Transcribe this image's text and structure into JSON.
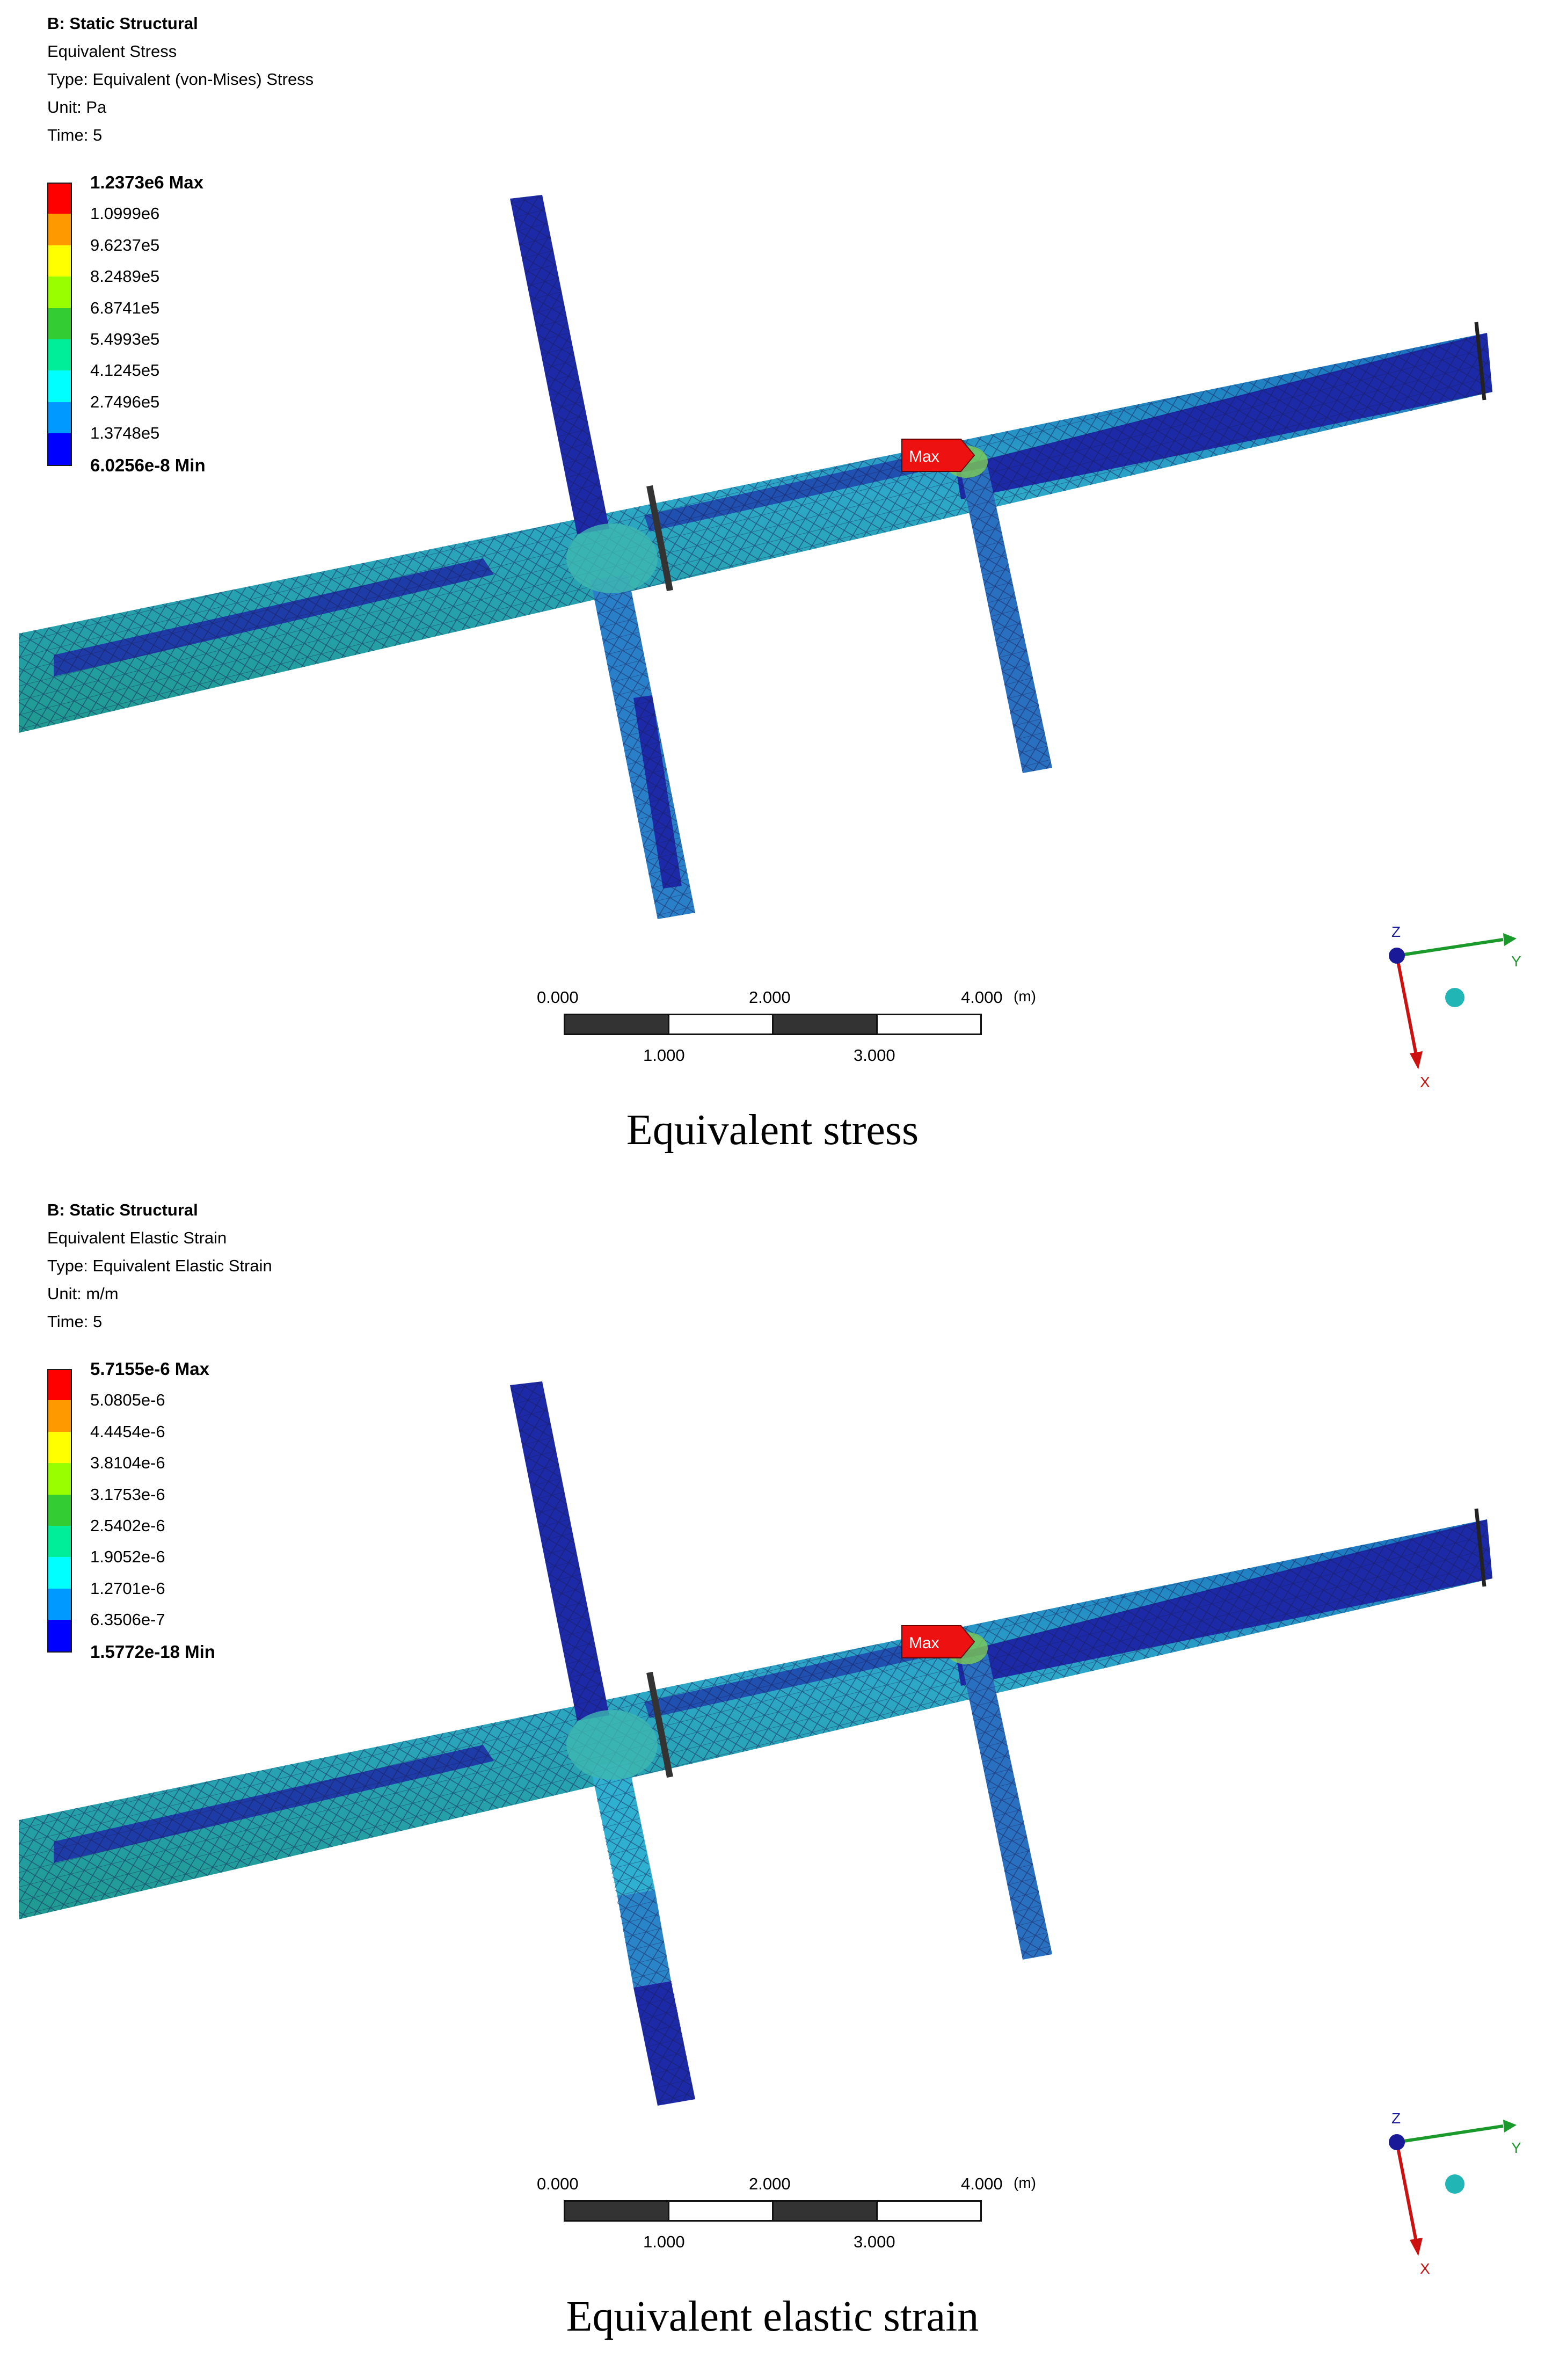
{
  "panels": [
    {
      "info": {
        "title": "B: Static Structural",
        "result_name": "Equivalent Stress",
        "type": "Type: Equivalent (von-Mises) Stress",
        "unit": "Unit: Pa",
        "time": "Time: 5"
      },
      "legend": {
        "max": "1.2373e6 Max",
        "levels": [
          "1.0999e6",
          "9.6237e5",
          "8.2489e5",
          "6.8741e5",
          "5.4993e5",
          "4.1245e5",
          "2.7496e5",
          "1.3748e5"
        ],
        "min": "6.0256e-8 Min"
      },
      "probe_label": "Max",
      "caption": "Equivalent stress"
    },
    {
      "info": {
        "title": "B: Static Structural",
        "result_name": "Equivalent Elastic Strain",
        "type": "Type: Equivalent Elastic Strain",
        "unit": "Unit: m/m",
        "time": "Time: 5"
      },
      "legend": {
        "max": "5.7155e-6 Max",
        "levels": [
          "5.0805e-6",
          "4.4454e-6",
          "3.8104e-6",
          "3.1753e-6",
          "2.5402e-6",
          "1.9052e-6",
          "1.2701e-6",
          "6.3506e-7"
        ],
        "min": "1.5772e-18 Min"
      },
      "probe_label": "Max",
      "caption": "Equivalent elastic strain"
    }
  ],
  "scale_bar": {
    "top_labels": [
      "0.000",
      "2.000",
      "4.000"
    ],
    "unit": "(m)",
    "bottom_labels": [
      "1.000",
      "3.000"
    ]
  },
  "triad": {
    "z": "Z",
    "y": "Y",
    "x": "X"
  },
  "legend_colors": [
    "#ff0000",
    "#ff9900",
    "#ffff00",
    "#99ff00",
    "#00cc33",
    "#00ff99",
    "#00ffff",
    "#0099ff",
    "#0000ff"
  ],
  "icons": [
    "legend-color-bar",
    "axis-triad-icon",
    "max-probe-icon"
  ]
}
